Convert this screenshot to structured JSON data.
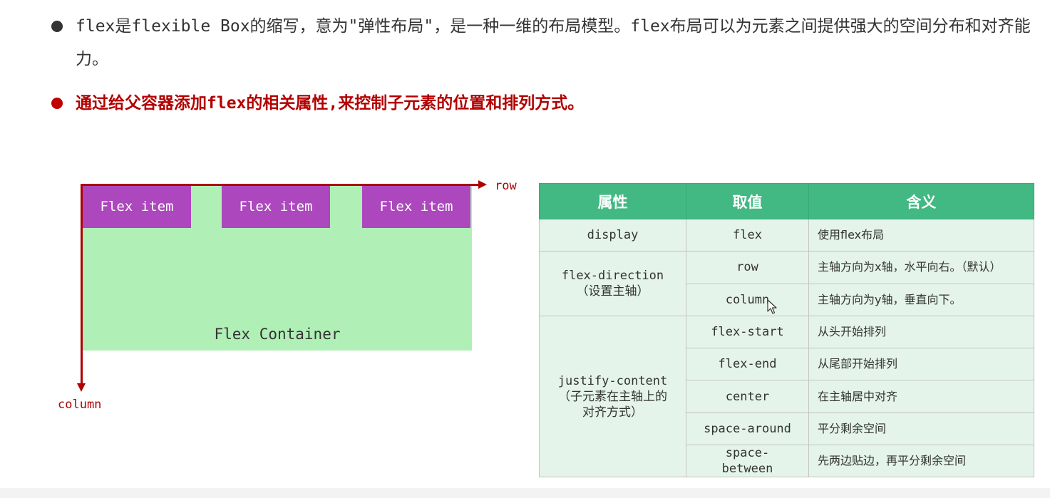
{
  "bullets": [
    {
      "text": "flex是flexible Box的缩写，意为\"弹性布局\"，是一种一维的布局模型。flex布局可以为元素之间提供强大的空间分布和对齐能力。"
    },
    {
      "text": "通过给父容器添加flex的相关属性,来控制子元素的位置和排列方式。"
    }
  ],
  "diagram": {
    "row_label": "row",
    "column_label": "column",
    "container_label": "Flex Container",
    "items": [
      "Flex item",
      "Flex item",
      "Flex item"
    ]
  },
  "table": {
    "headers": [
      "属性",
      "取值",
      "含义"
    ],
    "groups": [
      {
        "property": [
          "display"
        ],
        "rows": [
          {
            "value": [
              "flex"
            ],
            "meaning": "使用flex布局"
          }
        ]
      },
      {
        "property": [
          "flex-direction",
          "（设置主轴）"
        ],
        "rows": [
          {
            "value": [
              "row"
            ],
            "meaning": "主轴方向为x轴，水平向右。（默认）"
          },
          {
            "value": [
              "column"
            ],
            "meaning": "主轴方向为y轴，垂直向下。"
          }
        ]
      },
      {
        "property": [
          "justify-content",
          "（子元素在主轴上的",
          "对齐方式）"
        ],
        "rows": [
          {
            "value": [
              "flex-start"
            ],
            "meaning": "从头开始排列"
          },
          {
            "value": [
              "flex-end"
            ],
            "meaning": "从尾部开始排列"
          },
          {
            "value": [
              "center"
            ],
            "meaning": "在主轴居中对齐"
          },
          {
            "value": [
              "space-around"
            ],
            "meaning": "平分剩余空间"
          },
          {
            "value": [
              "space-",
              "between"
            ],
            "meaning": "先两边贴边，再平分剩余空间"
          }
        ]
      }
    ]
  },
  "colors": {
    "header_green": "#42b883",
    "cell_green": "#e4f4ea",
    "container_green": "#b0efb6",
    "item_purple": "#ac47bd",
    "axis_red": "#b00000",
    "highlight_red": "#b30000"
  }
}
